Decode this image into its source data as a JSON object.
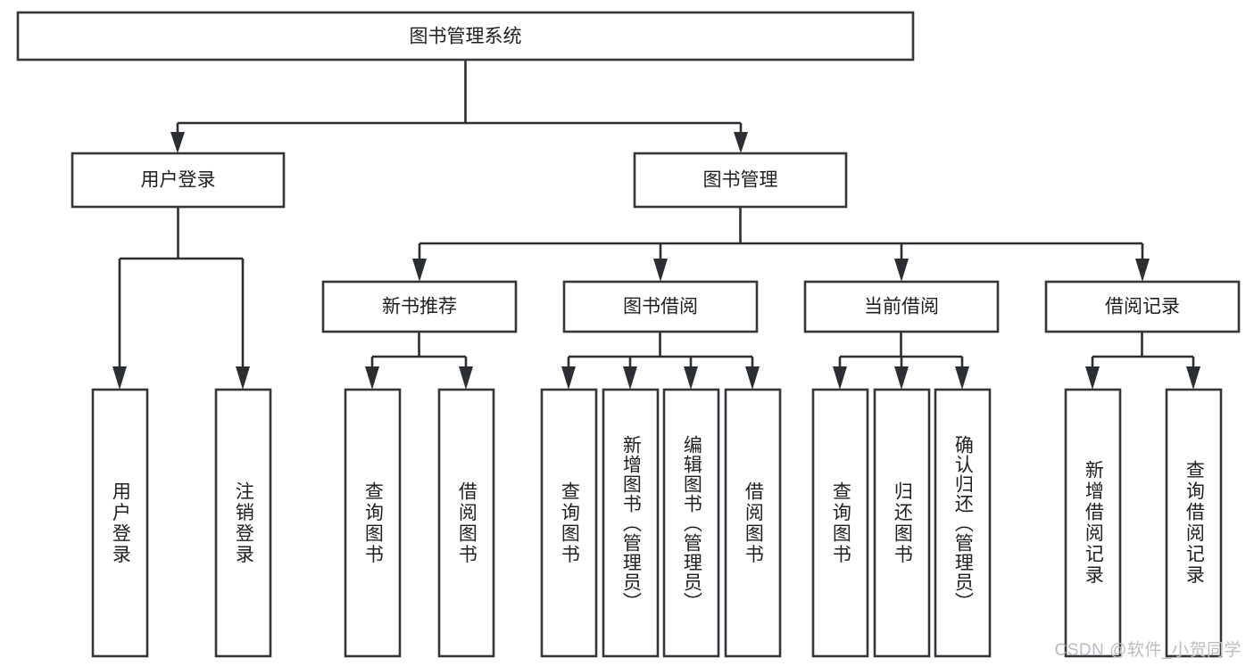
{
  "diagram": {
    "type": "tree-hierarchy-chart",
    "title": "图书管理系统",
    "orientation": "top-down",
    "colors": {
      "box_stroke": "#33373b",
      "box_fill": "#ffffff",
      "connector": "#2b2f33",
      "text": "#1d1f21",
      "watermark": "#b9bcc0",
      "background": "#ffffff"
    },
    "root": {
      "id": "root",
      "label": "图书管理系统",
      "orientation": "horizontal"
    },
    "level1": [
      {
        "id": "user-login",
        "label": "用户登录",
        "orientation": "horizontal"
      },
      {
        "id": "book-management",
        "label": "图书管理",
        "orientation": "horizontal"
      }
    ],
    "level2": [
      {
        "id": "new-book-recommend",
        "label": "新书推荐",
        "orientation": "horizontal",
        "parent": "book-management"
      },
      {
        "id": "book-borrow",
        "label": "图书借阅",
        "orientation": "horizontal",
        "parent": "book-management"
      },
      {
        "id": "current-borrow",
        "label": "当前借阅",
        "orientation": "horizontal",
        "parent": "book-management"
      },
      {
        "id": "borrow-record",
        "label": "借阅记录",
        "orientation": "horizontal",
        "parent": "book-management"
      }
    ],
    "leaves": [
      {
        "id": "leaf-user-login",
        "label": "用户登录",
        "orientation": "vertical",
        "parent": "user-login"
      },
      {
        "id": "leaf-logout-login",
        "label": "注销登录",
        "orientation": "vertical",
        "parent": "user-login"
      },
      {
        "id": "leaf-query-book-1",
        "label": "查询图书",
        "orientation": "vertical",
        "parent": "new-book-recommend"
      },
      {
        "id": "leaf-borrow-book-1",
        "label": "借阅图书",
        "orientation": "vertical",
        "parent": "new-book-recommend"
      },
      {
        "id": "leaf-query-book-2",
        "label": "查询图书",
        "orientation": "vertical",
        "parent": "book-borrow"
      },
      {
        "id": "leaf-add-book-admin",
        "label": "新增图书（管理员）",
        "orientation": "vertical",
        "parent": "book-borrow"
      },
      {
        "id": "leaf-edit-book-admin",
        "label": "编辑图书（管理员）",
        "orientation": "vertical",
        "parent": "book-borrow"
      },
      {
        "id": "leaf-borrow-book-2",
        "label": "借阅图书",
        "orientation": "vertical",
        "parent": "book-borrow"
      },
      {
        "id": "leaf-query-book-3",
        "label": "查询图书",
        "orientation": "vertical",
        "parent": "current-borrow"
      },
      {
        "id": "leaf-return-book",
        "label": "归还图书",
        "orientation": "vertical",
        "parent": "current-borrow"
      },
      {
        "id": "leaf-confirm-return-admin",
        "label": "确认归还（管理员）",
        "orientation": "vertical",
        "parent": "current-borrow"
      },
      {
        "id": "leaf-add-borrow-record",
        "label": "新增借阅记录",
        "orientation": "vertical",
        "parent": "borrow-record"
      },
      {
        "id": "leaf-query-borrow-record",
        "label": "查询借阅记录",
        "orientation": "vertical",
        "parent": "borrow-record"
      }
    ]
  },
  "watermark": {
    "text": "CSDN @软件_小贺同学"
  }
}
